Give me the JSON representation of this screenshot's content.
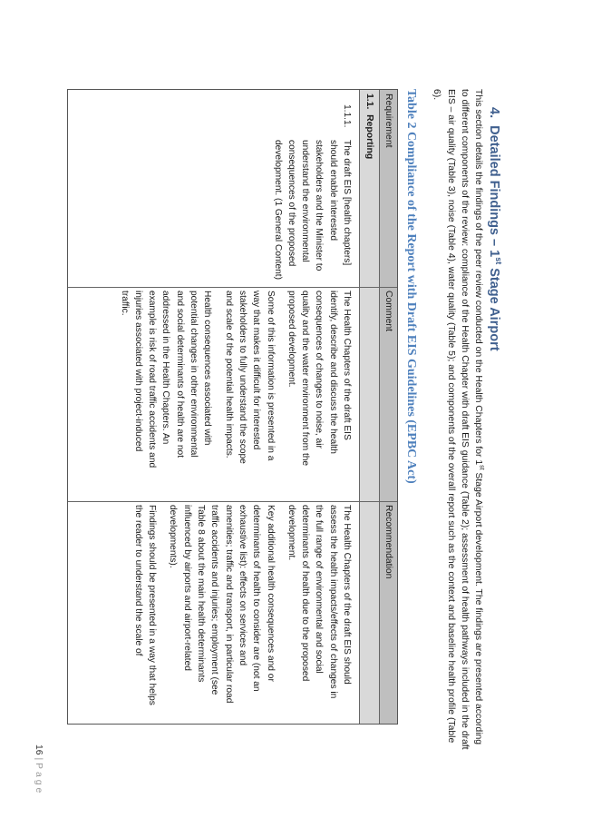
{
  "heading": {
    "number": "4.",
    "text_before_sup": "Detailed Findings – 1",
    "sup": "st",
    "text_after_sup": " Stage Airport"
  },
  "intro": {
    "part1": "This section details the findings of the peer review conducted on the Health Chapters for 1",
    "sup": "st",
    "part2": " Stage Airport development. The findings are presented according to different components of the review: compliance of the Health Chapter with draft EIS guidance (Table 2); assessment of health pathways included in the draft EIS – air quality (Table 3), noise (Table 4), water quality (Table 5); and components of the overall report such as the context and baseline health profile (Table 6)."
  },
  "table_title": "Table 2 Compliance of the Report with Draft EIS Guidelines (EPBC Act)",
  "table": {
    "headers": {
      "requirement": "Requirement",
      "comment": "Comment",
      "recommendation": "Recommendation"
    },
    "section": {
      "number": "1.1.",
      "title": "Reporting"
    },
    "row": {
      "req_number": "1.1.1.",
      "requirement": "The draft EIS [health chapters] should enable interested stakeholders and the Minister to understand the environmental consequences of the proposed development. (1 General Content)",
      "comment": [
        "The Health Chapters of the draft EIS identify, describe and discuss the health consequences of changes to noise, air quality and the water environment from the proposed development.",
        "Some of this information is presented in a way that makes it difficult for interested stakeholders to fully understand the scope and scale of the potential health impacts.",
        "Health consequences associated with potential changes in other environmental and social determinants of health are not addressed in the Health Chapters. An example is risk of road traffic accidents and injuries associated with project-induced traffic."
      ],
      "recommendation": [
        "The Health Chapters of the draft EIS should assess the health impacts/effects of changes in the full range of environmental and social determinants of health due to the proposed development.",
        "Key additional health consequences and or determinants of health to consider are (not an exhaustive list): effects on services and amenities; traffic and transport, in particular road traffic accidents and injuries; employment (see Table 8 about the main health determinants influenced by airports and airport-related developments).",
        "Findings should be presented in a way that helps the reader to understand the scale of"
      ]
    }
  },
  "footer": {
    "page_number": "16",
    "separator": "|",
    "page_label": "Page"
  }
}
